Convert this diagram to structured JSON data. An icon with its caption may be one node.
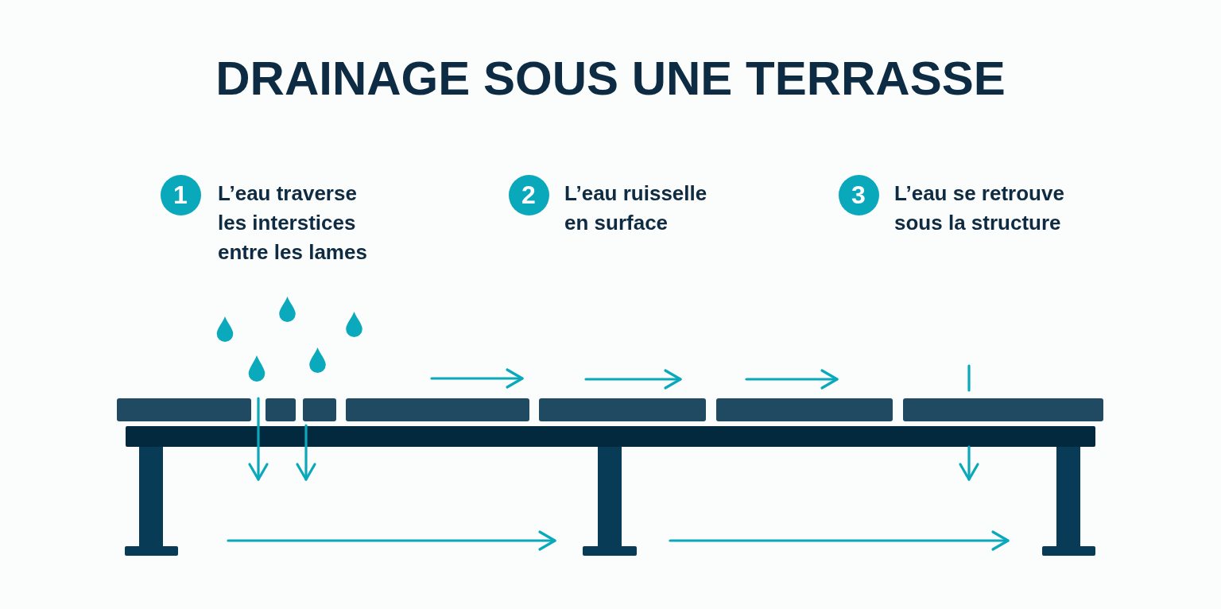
{
  "diagram": {
    "title": "DRAINAGE SOUS UNE TERRASSE",
    "nodes": [
      {
        "text": [
          "1"
        ],
        "beside": [
          "L’eau traverse les interstices entre les lames"
        ]
      },
      {
        "text": [
          "2"
        ],
        "beside": [
          "L’eau ruisselle en surface"
        ]
      },
      {
        "text": [
          "3"
        ],
        "beside": [
          "L’eau se retrouve sous la structure"
        ]
      }
    ]
  }
}
